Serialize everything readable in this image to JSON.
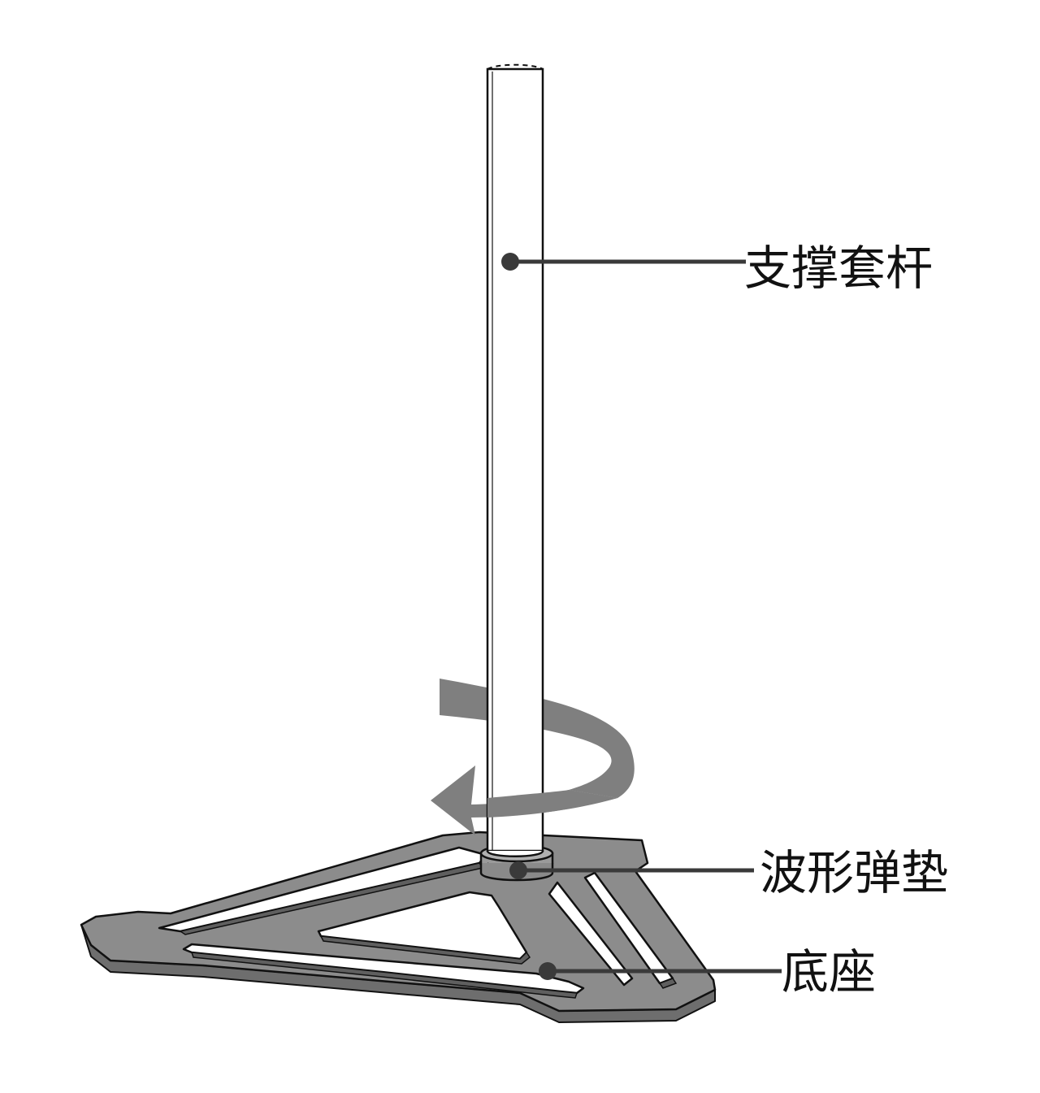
{
  "labels": {
    "support_rod": "支撑套杆",
    "wave_washer": "波形弹垫",
    "base": "底座"
  },
  "colors": {
    "outline": "#111111",
    "rod_fill": "#ffffff",
    "base_fill": "#8c8c8c",
    "base_edge": "#707070",
    "arrow_fill": "#7f7f7f",
    "leader": "#3a3a3a"
  },
  "icons": {
    "rotation": "curved-rotation-arrow-icon"
  }
}
